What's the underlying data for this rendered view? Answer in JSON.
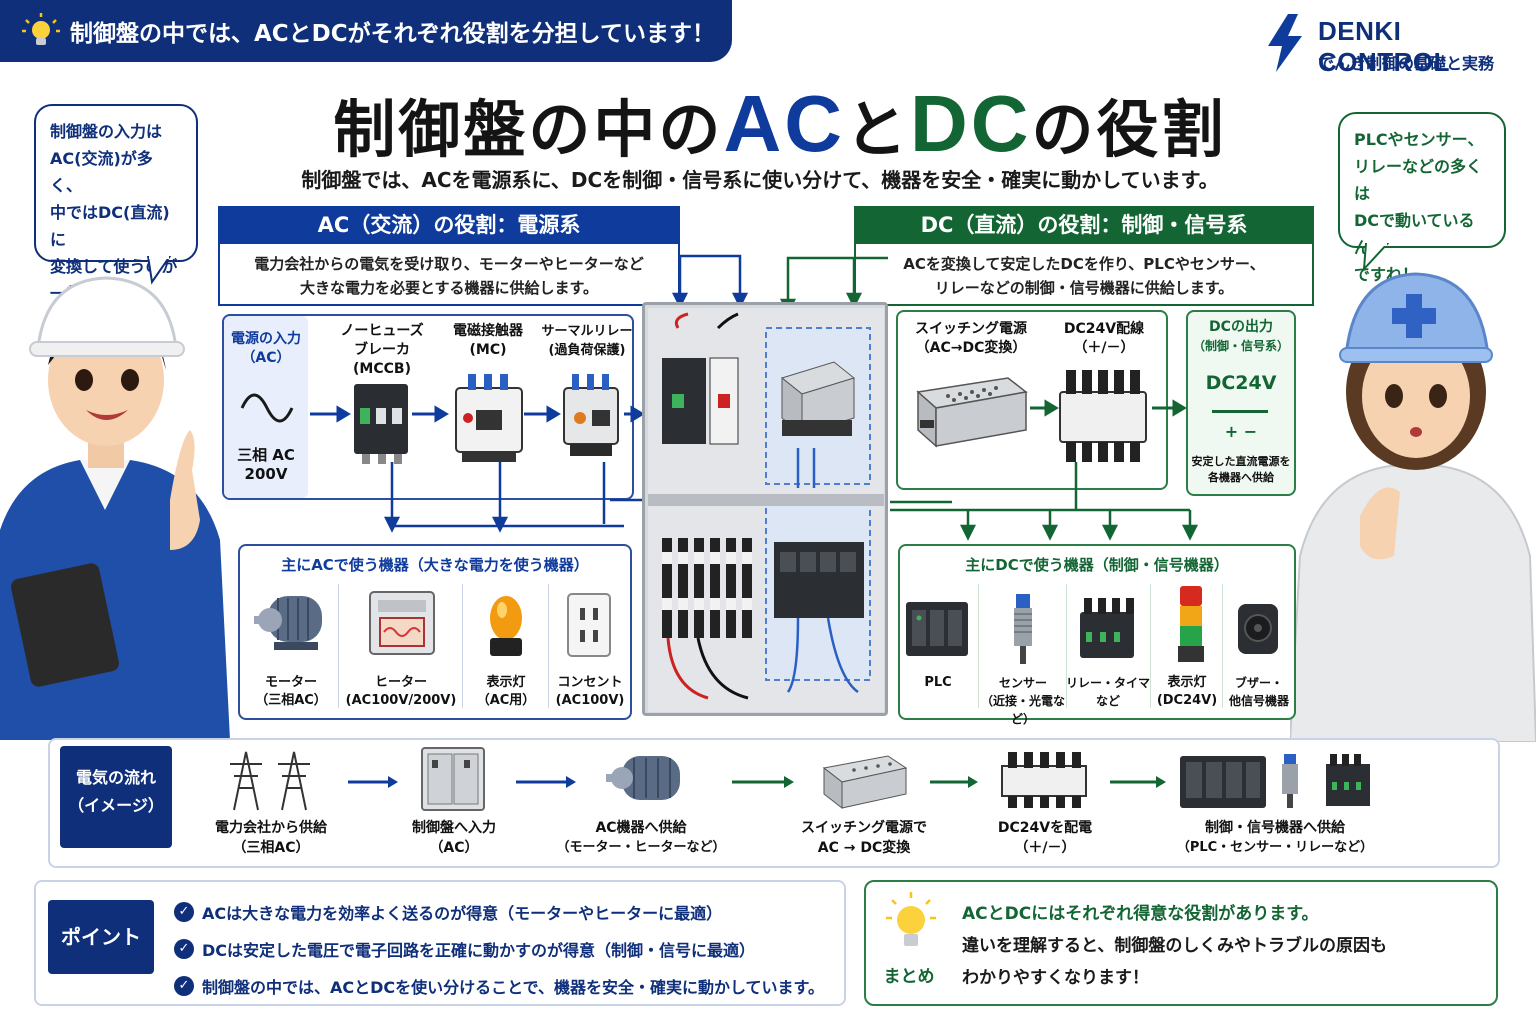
{
  "banner": {
    "text": "制御盤の中では、ACとDCがそれぞれ役割を分担しています！"
  },
  "logo": {
    "name": "DENKI CONTROL",
    "tagline": "でんき制御の基礎と実務"
  },
  "title": {
    "part1": "制御盤の中の",
    "ac": "AC",
    "mid": "と",
    "dc": "DC",
    "part2": "の役割"
  },
  "subtitle": "制御盤では、ACを電源系に、DCを制御・信号系に使い分けて、機器を安全・確実に動かしています。",
  "bubble_left": [
    "制御盤の入力は",
    "AC(交流)が多く、",
    "中ではDC(直流)に",
    "変換して使うのが",
    "一般的だよ！"
  ],
  "bubble_right": [
    "PLCやセンサー、",
    "リレーなどの多くは",
    "DCで動いているん",
    "ですね！"
  ],
  "ac_section": {
    "header": "AC（交流）の役割：電源系",
    "desc": [
      "電力会社からの電気を受け取り、モーターやヒーターなど",
      "大きな電力を必要とする機器に供給します。"
    ],
    "input": {
      "title": [
        "電源の入力",
        "（AC）"
      ],
      "value": [
        "三相 AC",
        "200V"
      ]
    },
    "flow": [
      {
        "label": [
          "ノーヒューズ",
          "ブレーカ",
          "(MCCB)"
        ]
      },
      {
        "label": [
          "電磁接触器",
          "(MC)"
        ]
      },
      {
        "label": [
          "サーマルリレー",
          "(過負荷保護)"
        ]
      }
    ],
    "devices_title": "主にACで使う機器（大きな電力を使う機器）",
    "devices": [
      {
        "label": [
          "モーター",
          "（三相AC）"
        ]
      },
      {
        "label": [
          "ヒーター",
          "(AC100V/200V)"
        ]
      },
      {
        "label": [
          "表示灯",
          "（AC用）"
        ]
      },
      {
        "label": [
          "コンセント",
          "(AC100V)"
        ]
      }
    ]
  },
  "dc_section": {
    "header": "DC（直流）の役割：制御・信号系",
    "desc": [
      "ACを変換して安定したDCを作り、PLCやセンサー、",
      "リレーなどの制御・信号機器に供給します。"
    ],
    "flow": [
      {
        "label": [
          "スイッチング電源",
          "（AC→DC変換）"
        ]
      },
      {
        "label": [
          "DC24V配線",
          "（＋/－）"
        ]
      }
    ],
    "output": {
      "title": [
        "DCの出力",
        "（制御・信号系）"
      ],
      "value": "DC24V",
      "polarity": "+ −",
      "note": [
        "安定した直流電源を",
        "各機器へ供給"
      ]
    },
    "devices_title": "主にDCで使う機器（制御・信号機器）",
    "devices": [
      {
        "label": [
          "PLC",
          ""
        ]
      },
      {
        "label": [
          "センサー",
          "（近接・光電など）"
        ]
      },
      {
        "label": [
          "リレー・タイマ",
          "など"
        ]
      },
      {
        "label": [
          "表示灯",
          "(DC24V)"
        ]
      },
      {
        "label": [
          "ブザー・",
          "他信号機器"
        ]
      }
    ]
  },
  "flow_row": {
    "badge": [
      "電気の流れ",
      "（イメージ）"
    ],
    "steps": [
      {
        "label": [
          "電力会社から供給",
          "（三相AC）"
        ]
      },
      {
        "label": [
          "制御盤へ入力",
          "（AC）"
        ]
      },
      {
        "label": [
          "AC機器へ供給",
          "（モーター・ヒーターなど）"
        ]
      },
      {
        "label": [
          "スイッチング電源で",
          "AC → DC変換"
        ]
      },
      {
        "label": [
          "DC24Vを配電",
          "（＋/－）"
        ]
      },
      {
        "label": [
          "制御・信号機器へ供給",
          "（PLC・センサー・リレーなど）"
        ]
      }
    ]
  },
  "points": {
    "badge": "ポイント",
    "items": [
      "ACは大きな電力を効率よく送るのが得意（モーターやヒーターに最適）",
      "DCは安定した電圧で電子回路を正確に動かすのが得意（制御・信号に最適）",
      "制御盤の中では、ACとDCを使い分けることで、機器を安全・確実に動かしています。"
    ]
  },
  "summary": {
    "label": "まとめ",
    "lines": [
      "ACとDCにはそれぞれ得意な役割があります。",
      "違いを理解すると、制御盤のしくみやトラブルの原因も",
      "わかりやすくなります！"
    ]
  },
  "colors": {
    "navy": "#0f2f7a",
    "ac_blue": "#0f3c9c",
    "dc_green": "#136634"
  }
}
